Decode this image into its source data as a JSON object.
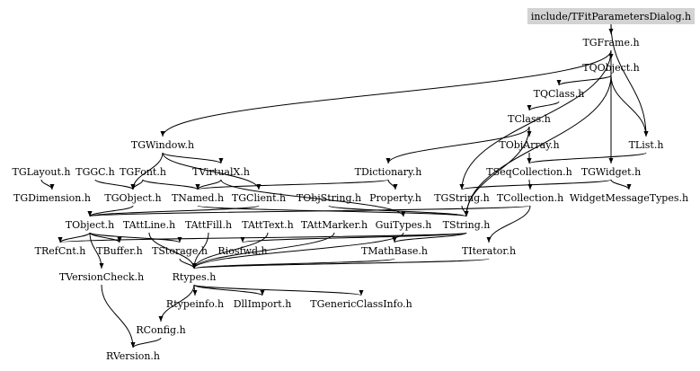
{
  "graph": {
    "root": "include/TFitParametersDialog.h",
    "nodes": [
      {
        "id": "root",
        "label": "include/TFitParametersDialog.h"
      },
      {
        "id": "TGFrame",
        "label": "TGFrame.h"
      },
      {
        "id": "TQObject",
        "label": "TQObject.h"
      },
      {
        "id": "TQClass",
        "label": "TQClass.h"
      },
      {
        "id": "TClass",
        "label": "TClass.h"
      },
      {
        "id": "TObjArray",
        "label": "TObjArray.h"
      },
      {
        "id": "TList",
        "label": "TList.h"
      },
      {
        "id": "TGWindow",
        "label": "TGWindow.h"
      },
      {
        "id": "TGLayout",
        "label": "TGLayout.h"
      },
      {
        "id": "TGGC",
        "label": "TGGC.h"
      },
      {
        "id": "TGFont",
        "label": "TGFont.h"
      },
      {
        "id": "TVirtualX",
        "label": "TVirtualX.h"
      },
      {
        "id": "TDictionary",
        "label": "TDictionary.h"
      },
      {
        "id": "TSeqCollection",
        "label": "TSeqCollection.h"
      },
      {
        "id": "TGWidget",
        "label": "TGWidget.h"
      },
      {
        "id": "TGDimension",
        "label": "TGDimension.h"
      },
      {
        "id": "TGObject",
        "label": "TGObject.h"
      },
      {
        "id": "TNamed",
        "label": "TNamed.h"
      },
      {
        "id": "TGClient",
        "label": "TGClient.h"
      },
      {
        "id": "TObjString",
        "label": "TObjString.h"
      },
      {
        "id": "Property",
        "label": "Property.h"
      },
      {
        "id": "TGString",
        "label": "TGString.h"
      },
      {
        "id": "TCollection",
        "label": "TCollection.h"
      },
      {
        "id": "WidgetMessageTypes",
        "label": "WidgetMessageTypes.h"
      },
      {
        "id": "TObject",
        "label": "TObject.h"
      },
      {
        "id": "TAttLine",
        "label": "TAttLine.h"
      },
      {
        "id": "TAttFill",
        "label": "TAttFill.h"
      },
      {
        "id": "TAttText",
        "label": "TAttText.h"
      },
      {
        "id": "TAttMarker",
        "label": "TAttMarker.h"
      },
      {
        "id": "GuiTypes",
        "label": "GuiTypes.h"
      },
      {
        "id": "TString",
        "label": "TString.h"
      },
      {
        "id": "TRefCnt",
        "label": "TRefCnt.h"
      },
      {
        "id": "TBuffer",
        "label": "TBuffer.h"
      },
      {
        "id": "TStorage",
        "label": "TStorage.h"
      },
      {
        "id": "Riosfwd",
        "label": "Riosfwd.h"
      },
      {
        "id": "TMathBase",
        "label": "TMathBase.h"
      },
      {
        "id": "TIterator",
        "label": "TIterator.h"
      },
      {
        "id": "TVersionCheck",
        "label": "TVersionCheck.h"
      },
      {
        "id": "Rtypes",
        "label": "Rtypes.h"
      },
      {
        "id": "Rtypeinfo",
        "label": "Rtypeinfo.h"
      },
      {
        "id": "DllImport",
        "label": "DllImport.h"
      },
      {
        "id": "TGenericClassInfo",
        "label": "TGenericClassInfo.h"
      },
      {
        "id": "RConfig",
        "label": "RConfig.h"
      },
      {
        "id": "RVersion",
        "label": "RVersion.h"
      }
    ],
    "edges": [
      [
        "root",
        "TGFrame"
      ],
      [
        "root",
        "TList"
      ],
      [
        "TGFrame",
        "TQObject"
      ],
      [
        "TGFrame",
        "TGWindow"
      ],
      [
        "TGFrame",
        "TGWidget"
      ],
      [
        "TGFrame",
        "TGString"
      ],
      [
        "TQObject",
        "TQClass"
      ],
      [
        "TQObject",
        "TString"
      ],
      [
        "TQObject",
        "TList"
      ],
      [
        "TQClass",
        "TClass"
      ],
      [
        "TClass",
        "TObjArray"
      ],
      [
        "TClass",
        "TDictionary"
      ],
      [
        "TClass",
        "TString"
      ],
      [
        "TObjArray",
        "TSeqCollection"
      ],
      [
        "TList",
        "TSeqCollection"
      ],
      [
        "TGWindow",
        "TGObject"
      ],
      [
        "TGWindow",
        "TVirtualX"
      ],
      [
        "TGWindow",
        "TGClient"
      ],
      [
        "TGLayout",
        "TGDimension"
      ],
      [
        "TGGC",
        "TGObject"
      ],
      [
        "TGFont",
        "TGObject"
      ],
      [
        "TGFont",
        "TNamed"
      ],
      [
        "TVirtualX",
        "TNamed"
      ],
      [
        "TVirtualX",
        "GuiTypes"
      ],
      [
        "TDictionary",
        "TNamed"
      ],
      [
        "TDictionary",
        "Property"
      ],
      [
        "TSeqCollection",
        "TCollection"
      ],
      [
        "TGWidget",
        "WidgetMessageTypes"
      ],
      [
        "TGWidget",
        "TGString"
      ],
      [
        "TGObject",
        "TObject"
      ],
      [
        "TNamed",
        "TString"
      ],
      [
        "TGClient",
        "TObject"
      ],
      [
        "TObjString",
        "TString"
      ],
      [
        "TGString",
        "TString"
      ],
      [
        "TCollection",
        "TObject"
      ],
      [
        "TCollection",
        "TIterator"
      ],
      [
        "TObject",
        "TRefCnt"
      ],
      [
        "TObject",
        "TBuffer"
      ],
      [
        "TObject",
        "TStorage"
      ],
      [
        "TObject",
        "TVersionCheck"
      ],
      [
        "TAttLine",
        "Rtypes"
      ],
      [
        "TAttFill",
        "Rtypes"
      ],
      [
        "TAttText",
        "Rtypes"
      ],
      [
        "TAttMarker",
        "Rtypes"
      ],
      [
        "GuiTypes",
        "Rtypes"
      ],
      [
        "TString",
        "TMathBase"
      ],
      [
        "TString",
        "Riosfwd"
      ],
      [
        "TString",
        "TRefCnt"
      ],
      [
        "TStorage",
        "Rtypes"
      ],
      [
        "TMathBase",
        "Rtypes"
      ],
      [
        "TIterator",
        "Rtypes"
      ],
      [
        "TVersionCheck",
        "RVersion"
      ],
      [
        "Rtypes",
        "Rtypeinfo"
      ],
      [
        "Rtypes",
        "DllImport"
      ],
      [
        "Rtypes",
        "TGenericClassInfo"
      ],
      [
        "Rtypes",
        "RConfig"
      ],
      [
        "RConfig",
        "RVersion"
      ]
    ]
  }
}
